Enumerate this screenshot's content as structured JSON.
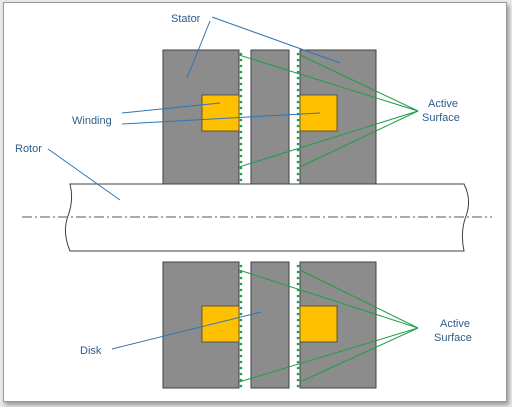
{
  "labels": {
    "stator": "Stator",
    "winding": "Winding",
    "rotor": "Rotor",
    "disk": "Disk",
    "active_top_1": "Active",
    "active_top_2": "Surface",
    "active_bottom_1": "Active",
    "active_bottom_2": "Surface"
  },
  "colors": {
    "stator": "#8c8c8c",
    "winding": "#ffc000",
    "rotor": "#ffffff",
    "leader_blue": "#2e75b6",
    "leader_green": "#1e9e4a",
    "label_text": "#2f5d8a",
    "outline": "#404040"
  }
}
